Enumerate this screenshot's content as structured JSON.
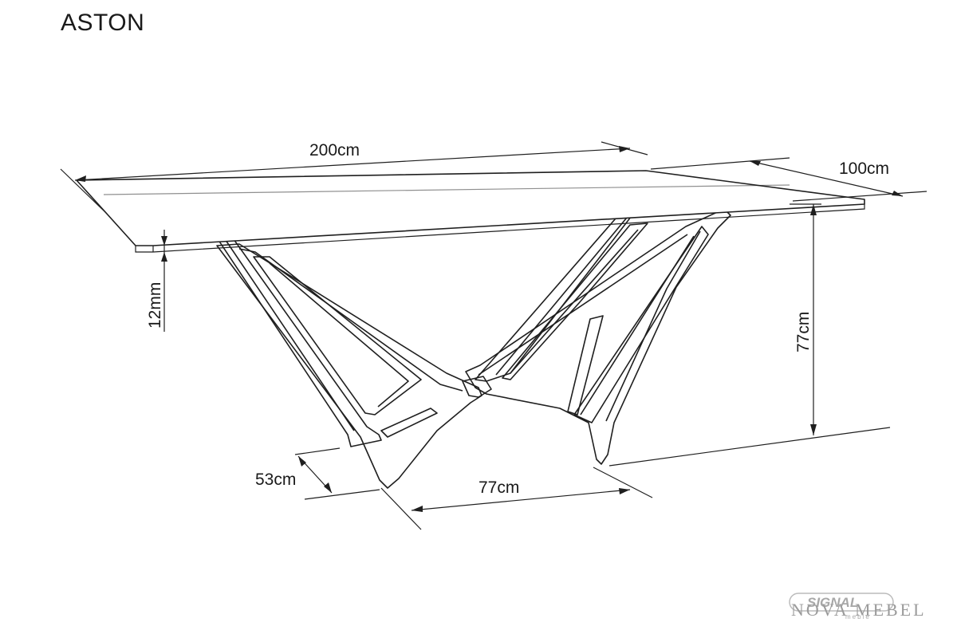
{
  "product": {
    "title": "ASTON"
  },
  "dimensions": {
    "length": "200cm",
    "depth": "100cm",
    "glass_thickness": "12mm",
    "height": "77cm",
    "base_depth": "53cm",
    "base_width": "77cm"
  },
  "watermark": {
    "signal": "SIGNAL",
    "nova_mebel": "NOVA MEBEL",
    "meble": "meble"
  },
  "colors": {
    "line": "#1f1f1f",
    "background": "#ffffff",
    "watermark": "#9a9a9a"
  }
}
